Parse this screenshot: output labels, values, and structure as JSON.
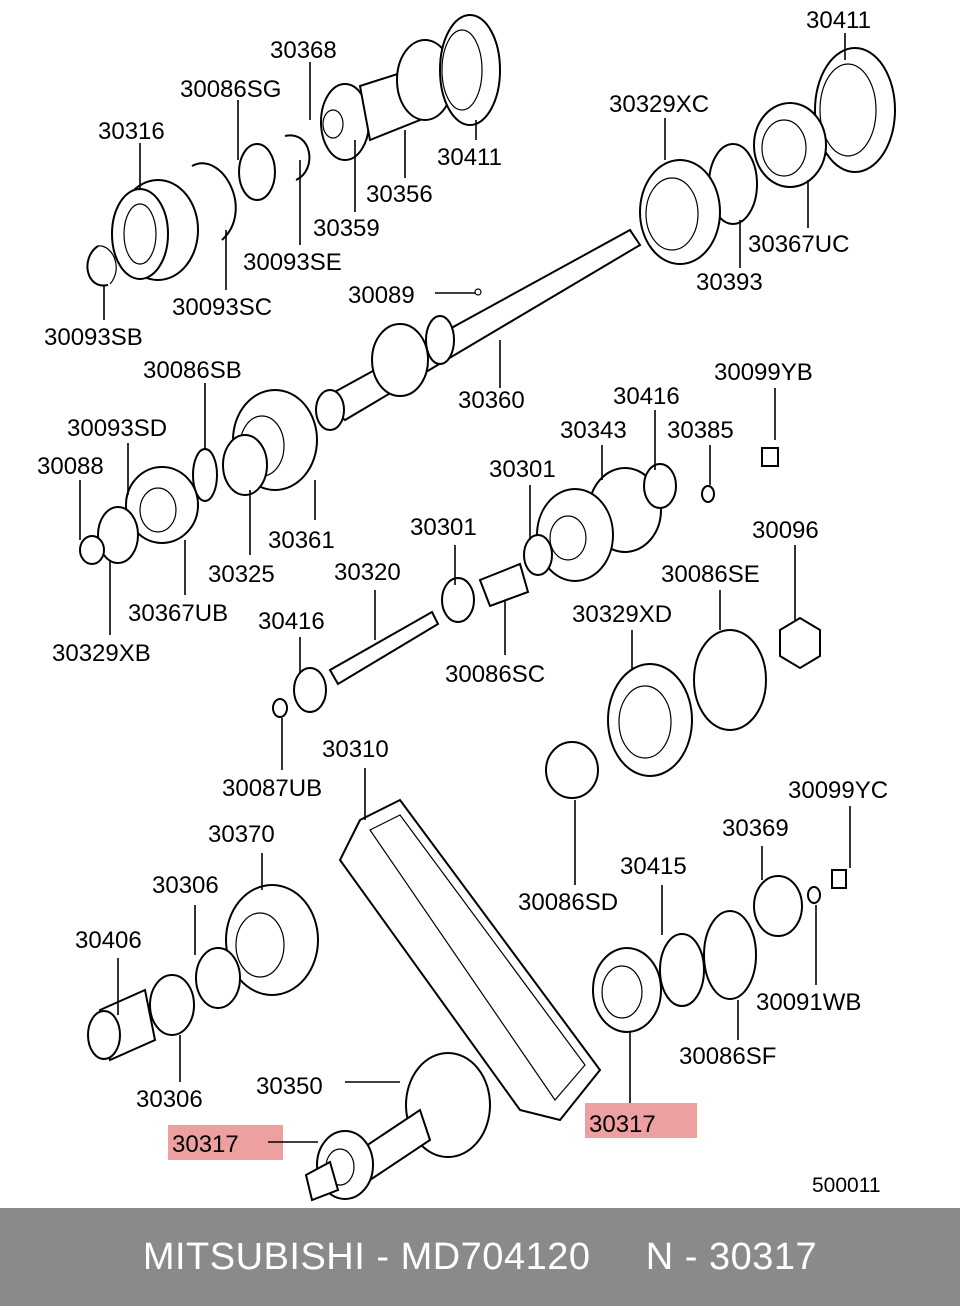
{
  "diagram": {
    "highlight_color": "#e88080",
    "labels": {
      "l30411a": "30411",
      "l30368": "30368",
      "l30086SG": "30086SG",
      "l30316": "30316",
      "l30411b": "30411",
      "l30329XC": "30329XC",
      "l30356": "30356",
      "l30359": "30359",
      "l30093SE": "30093SE",
      "l30093SC": "30093SC",
      "l30093SB": "30093SB",
      "l30367UC": "30367UC",
      "l30393": "30393",
      "l30089": "30089",
      "l30086SB": "30086SB",
      "l30099YB": "30099YB",
      "l30360": "30360",
      "l30416a": "30416",
      "l30093SD": "30093SD",
      "l30343": "30343",
      "l30385": "30385",
      "l30088": "30088",
      "l30301a": "30301",
      "l30096": "30096",
      "l30361": "30361",
      "l30325": "30325",
      "l30301b": "30301",
      "l30320": "30320",
      "l30086SE": "30086SE",
      "l30367UB": "30367UB",
      "l30329XD": "30329XD",
      "l30416b": "30416",
      "l30329XB": "30329XB",
      "l30086SC": "30086SC",
      "l30310": "30310",
      "l30087UB": "30087UB",
      "l30099YC": "30099YC",
      "l30370": "30370",
      "l30369": "30369",
      "l30306a": "30306",
      "l30415": "30415",
      "l30086SD": "30086SD",
      "l30406": "30406",
      "l30091WB": "30091WB",
      "l30086SF": "30086SF",
      "l30306b": "30306",
      "l30350": "30350",
      "l30317a": "30317",
      "l30317b": "30317",
      "l500011": "500011"
    }
  },
  "footer": {
    "text": "MITSUBISHI - MD704120     N - 30317"
  }
}
